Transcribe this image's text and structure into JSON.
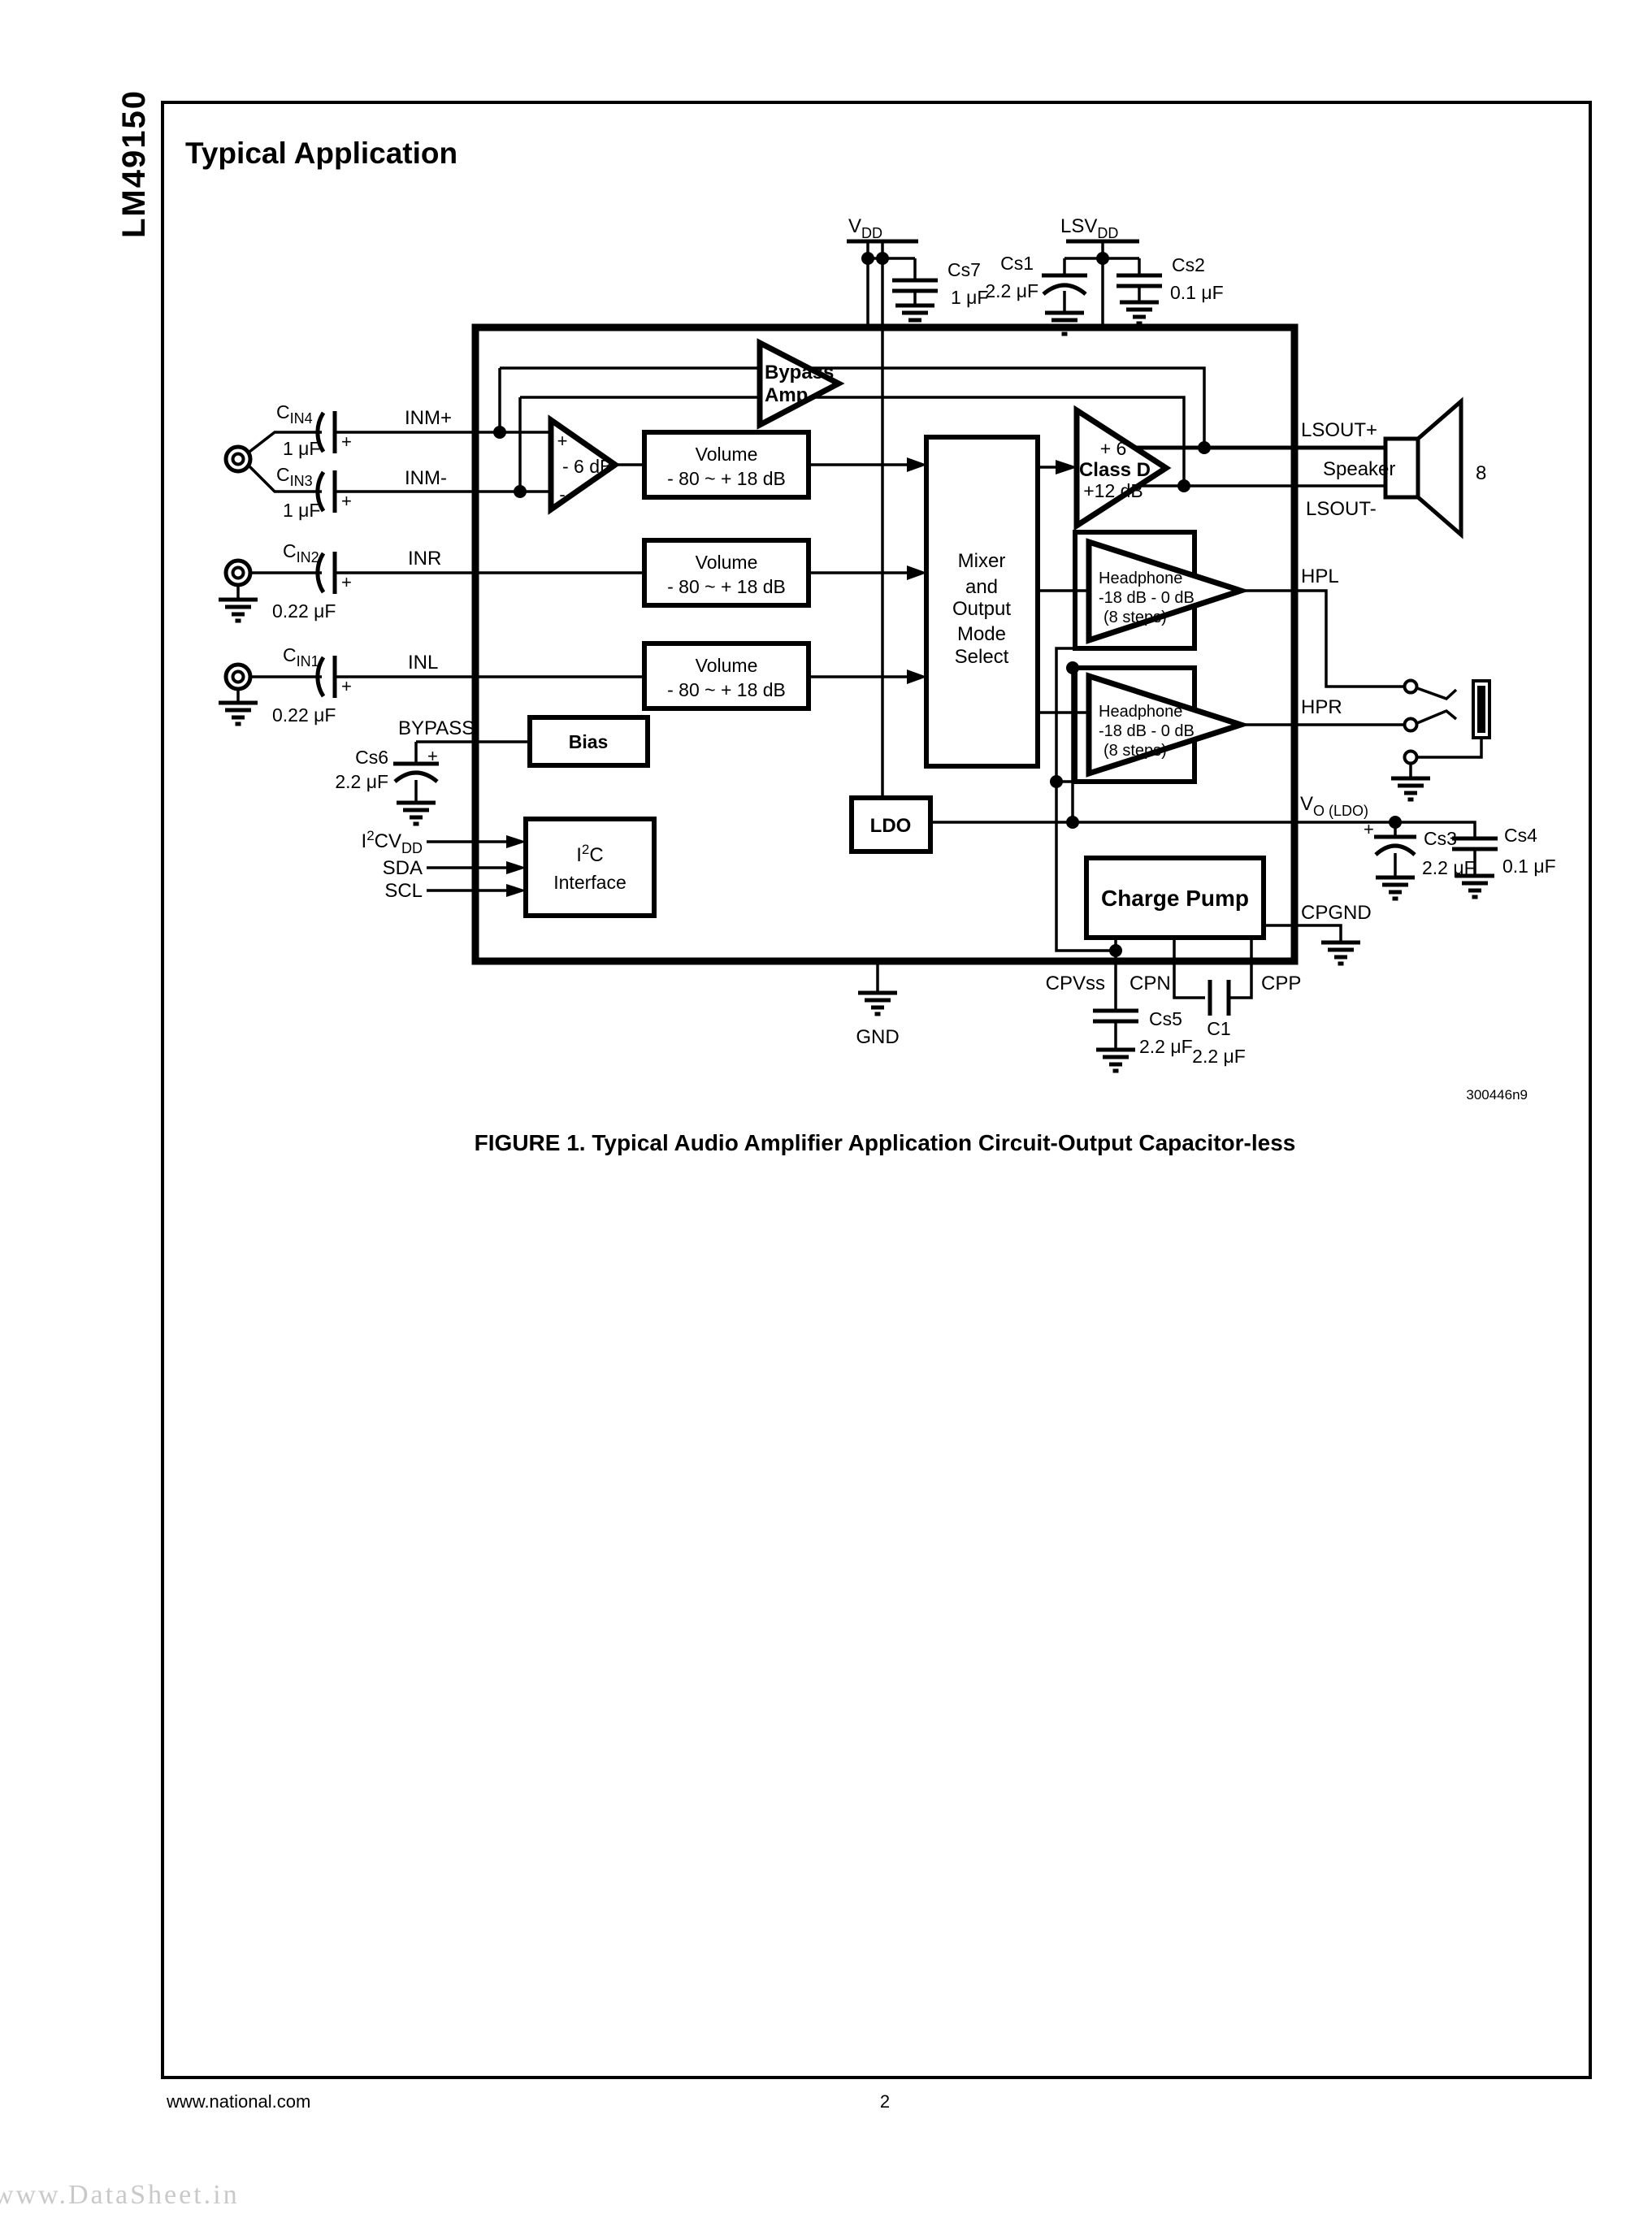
{
  "page": {
    "part_number": "LM49150",
    "section_title": "Typical Application",
    "accent_color": "#1270b8"
  },
  "figure": {
    "caption": "FIGURE 1. Typical Audio Amplifier Application Circuit-Output Capacitor-less",
    "code": "300446n9"
  },
  "footer": {
    "site": "www.national.com",
    "page_number": "2"
  },
  "watermark": "www.DataSheet.in",
  "diagram": {
    "sub_labels": {
      "vdd": {
        "main": "V",
        "sub": "DD"
      },
      "lsvdd": {
        "main": "LSV",
        "sub": "DD"
      },
      "vo_ldo": {
        "main": "V",
        "sub": "O (LDO)"
      },
      "i2cvdd": {
        "pre": "I",
        "sup": "2",
        "mid": "CV",
        "sub": "DD"
      },
      "i2c_block": {
        "pre": "I",
        "sup": "2",
        "mid": "C"
      },
      "cin4": {
        "main": "C",
        "sub": "IN4"
      },
      "cin3": {
        "main": "C",
        "sub": "IN3"
      },
      "cin2": {
        "main": "C",
        "sub": "IN2"
      },
      "cin1": {
        "main": "C",
        "sub": "IN1"
      }
    },
    "labels": {
      "plus": "+",
      "minus": "-",
      "cs7": "Cs7",
      "cs7_value": "1 μF",
      "cs1": "Cs1",
      "cs1_value": "2.2 μF",
      "cs2": "Cs2",
      "cs2_value": "0.1 μF",
      "cin4_value": "1 μF",
      "cin3_value": "1 μF",
      "cin2_value": "0.22 μF",
      "cin1_value": "0.22 μF",
      "inm_plus": "INM+",
      "inm_minus": "INM-",
      "inr": "INR",
      "inl": "INL",
      "bypass_pin": "BYPASS",
      "cs6": "Cs6",
      "cs6_value": "2.2 μF",
      "bias": "Bias",
      "sda": "SDA",
      "scl": "SCL",
      "i2c_interface": "Interface",
      "minus6db": "- 6 dB",
      "bypass_amp_line1": "Bypass",
      "bypass_amp_line2": "Amp",
      "volume_title": "Volume",
      "volume_range": "- 80 ~ + 18 dB",
      "mixer_line1": "Mixer",
      "mixer_line2": "and",
      "mixer_line3": "Output",
      "mixer_line4": "Mode",
      "mixer_line5": "Select",
      "classd_line1": "+ 6",
      "classd_line2": "Class D",
      "classd_line3": "+12 dB",
      "headphone_line1": "Headphone",
      "headphone_line2": "-18 dB - 0 dB",
      "headphone_line3": "(8 steps)",
      "lsout_plus": "LSOUT+",
      "lsout_minus": "LSOUT-",
      "speaker": "Speaker",
      "speaker_impedance": "8",
      "hpl": "HPL",
      "hpr": "HPR",
      "ldo": "LDO",
      "charge_pump": "Charge Pump",
      "cpgnd": "CPGND",
      "cpvss": "CPVss",
      "cpn": "CPN",
      "cpp": "CPP",
      "cs5": "Cs5",
      "cs5_value": "2.2 μF",
      "c1": "C1",
      "c1_value": "2.2 μF",
      "cs3": "Cs3",
      "cs3_value": "2.2 μF",
      "cs4": "Cs4",
      "cs4_value": "0.1 μF",
      "gnd": "GND"
    }
  }
}
